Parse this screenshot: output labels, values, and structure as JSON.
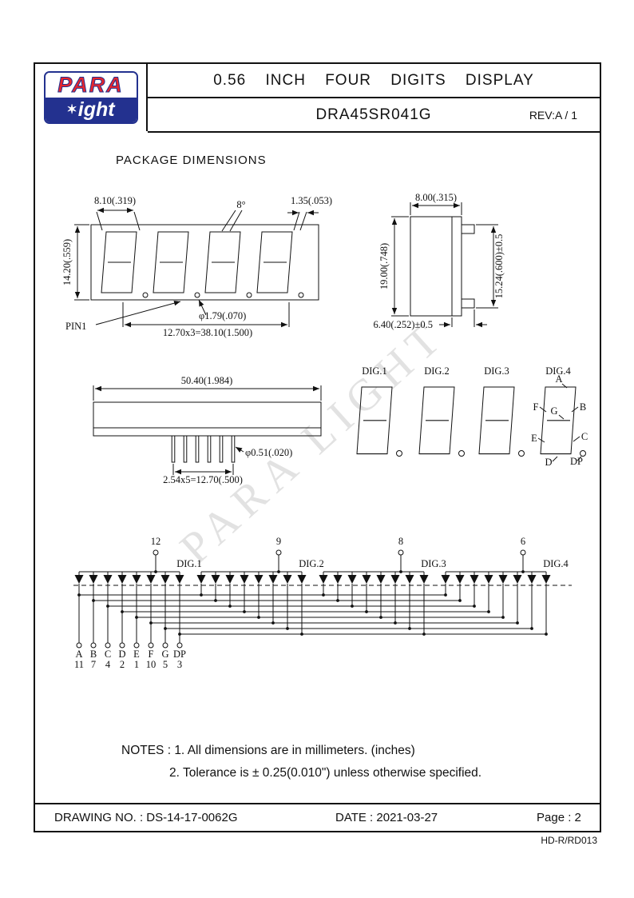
{
  "header": {
    "logo_line1": "PARA",
    "logo_line2": "ight",
    "logo_star": "✶",
    "title": "0.56  INCH  FOUR  DIGITS  DISPLAY",
    "part_number": "DRA45SR041G",
    "revision": "REV:A / 1"
  },
  "drawing": {
    "section_title": "PACKAGE DIMENSIONS",
    "watermark": "PARA LIGHT",
    "front_view": {
      "dim_digit_width": "8.10(.319)",
      "dim_angle": "8°",
      "dim_seg_width": "1.35(.053)",
      "dim_digit_height": "14.20(.559)",
      "pin1": "PIN1",
      "dim_dp": "φ1.79(.070)",
      "dim_pitch": "12.70x3=38.10(1.500)"
    },
    "side_view": {
      "dim_width": "8.00(.315)",
      "dim_height": "19.00(.748)",
      "dim_lead_span": "15.24(.600)±0.5",
      "dim_lead_len": "6.40(.252)±0.5"
    },
    "bottom_view": {
      "dim_length": "50.40(1.984)",
      "dim_pin_dia": "φ0.51(.020)",
      "dim_pin_pitch": "2.54x5=12.70(.500)"
    },
    "digits": {
      "labels": [
        "DIG.1",
        "DIG.2",
        "DIG.3",
        "DIG.4"
      ],
      "segments": [
        "A",
        "B",
        "C",
        "D",
        "E",
        "F",
        "G",
        "DP"
      ]
    },
    "circuit": {
      "common_pins": [
        "12",
        "9",
        "8",
        "6"
      ],
      "segment_pins": [
        "11",
        "7",
        "4",
        "2",
        "1",
        "10",
        "5",
        "3"
      ]
    },
    "notes": {
      "line1": "NOTES : 1. All dimensions are in millimeters. (inches)",
      "line2": "2. Tolerance is ± 0.25(0.010\") unless otherwise specified."
    }
  },
  "footer": {
    "drawing_no": "DRAWING NO. : DS-14-17-0062G",
    "date": "DATE : 2021-03-27",
    "page": "Page : 2"
  },
  "doc_code": "HD-R/RD013"
}
